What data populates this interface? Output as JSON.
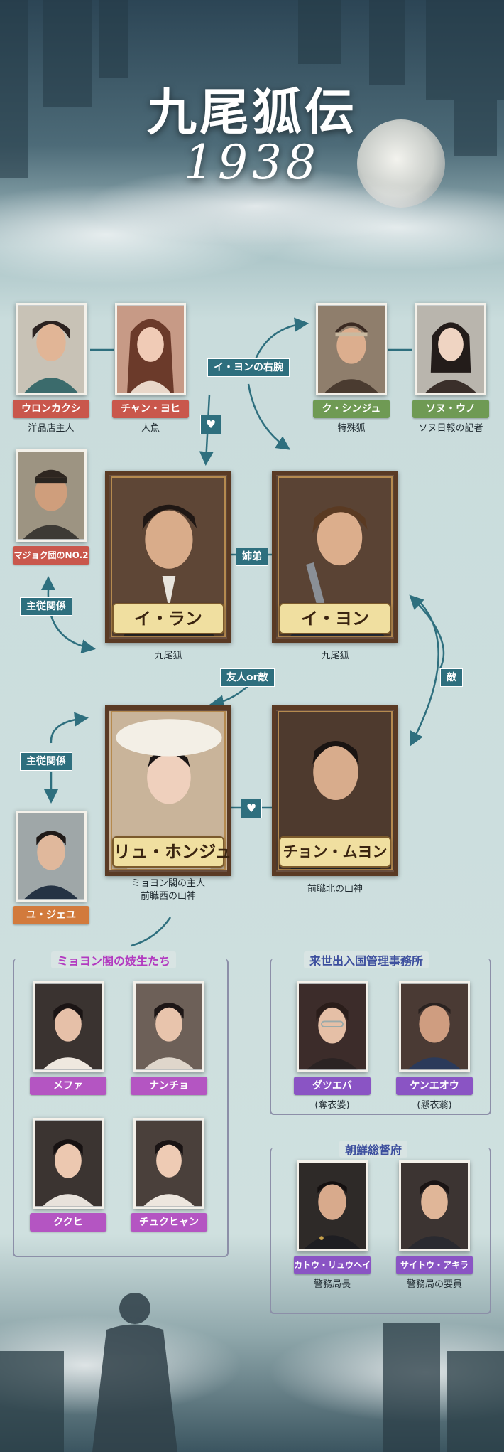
{
  "title": "九尾狐伝",
  "year": "1938",
  "colors": {
    "relation": "#2e6f7e",
    "tag_red": "#c9574c",
    "tag_green": "#6f9a54",
    "tag_purple": "#b455c2",
    "tag_violet": "#8a54c4",
    "tag_orange": "#d27a3c"
  },
  "characters": {
    "woolonkakushi": {
      "name": "ウロンカクシ",
      "desc": "洋品店主人"
    },
    "chanyohi": {
      "name": "チャン・ヨヒ",
      "desc": "人魚"
    },
    "kushinju": {
      "name": "ク・シンジュ",
      "desc": "特殊狐"
    },
    "sonuuno": {
      "name": "ソヌ・ウノ",
      "desc": "ソヌ日報の記者"
    },
    "majokdan": {
      "name": "マジョク団のNO.2"
    },
    "iran": {
      "name": "イ・ラン",
      "desc": "九尾狐"
    },
    "iyon": {
      "name": "イ・ヨン",
      "desc": "九尾狐"
    },
    "ryuhonju": {
      "name": "リュ・ホンジュ",
      "desc1": "ミョヨン閣の主人",
      "desc2": "前職西の山神"
    },
    "chonmuyon": {
      "name": "チョン・ムヨン",
      "desc": "前職北の山神"
    },
    "yujeyu": {
      "name": "ユ・ジェユ"
    },
    "mefa": {
      "name": "メファ"
    },
    "nancho": {
      "name": "ナンチョ"
    },
    "kukuhi": {
      "name": "ククヒ"
    },
    "chukuhyan": {
      "name": "チュクヒャン"
    },
    "datsueba": {
      "name": "ダツエバ",
      "desc": "(奪衣婆)"
    },
    "kenenou": {
      "name": "ケンエオウ",
      "desc": "(懸衣翁)"
    },
    "katou": {
      "name": "カトウ・リュウヘイ",
      "desc": "警務局長"
    },
    "saitou": {
      "name": "サイトウ・アキラ",
      "desc": "警務局の要員"
    }
  },
  "relations": {
    "right_arm": "イ・ヨンの右腕",
    "siblings": "姉弟",
    "master1": "主従関係",
    "friend_or_enemy": "友人or敵",
    "enemy": "敵",
    "master2": "主従関係",
    "heart1": "♥",
    "heart2": "♥"
  },
  "groups": {
    "kisaeng": "ミョヨン閣の妓生たち",
    "immigration": "来世出入国管理事務所",
    "governor": "朝鮮総督府"
  },
  "icons": [
    "heart-icon",
    "arrow-icon",
    "moon-icon",
    "portrait-icon"
  ]
}
